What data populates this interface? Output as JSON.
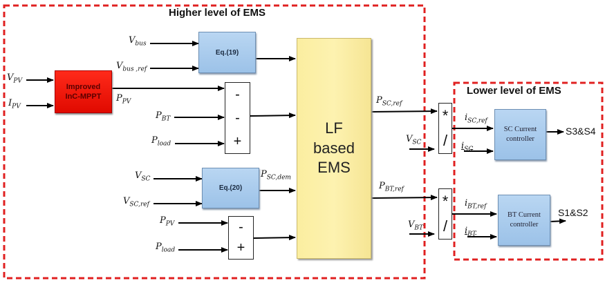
{
  "diagram": {
    "higher_level_title": "Higher level of EMS",
    "lower_level_title": "Lower level of EMS",
    "boundary_color": "#e02020",
    "blocks": {
      "mppt": "Improved InC-MPPT",
      "eq19": "Eq.(19)",
      "eq20": "Eq.(20)",
      "lf_ems": "LF based EMS",
      "sc_controller": "SC Current controller",
      "bt_controller": "BT Current controller"
    },
    "colors": {
      "mppt_fill": "#f01208",
      "eq_fill": "#a9cbee",
      "lf_fill": "#fcf0a8"
    },
    "signals": {
      "v_pv": {
        "main": "V",
        "sub": "PV"
      },
      "i_pv": {
        "main": "I",
        "sub": "PV"
      },
      "v_bus": {
        "main": "V",
        "sub": "bus"
      },
      "v_bus_ref": {
        "main": "V",
        "sub": "bus ,ref"
      },
      "p_pv_1": {
        "main": "P",
        "sub": "PV"
      },
      "p_bt": {
        "main": "P",
        "sub": "BT"
      },
      "p_load_1": {
        "main": "P",
        "sub": "load"
      },
      "v_sc": {
        "main": "V",
        "sub": "SC"
      },
      "v_sc_ref": {
        "main": "V",
        "sub": "SC,ref"
      },
      "p_sc_dem": {
        "main": "P",
        "sub": "SC,dem"
      },
      "p_pv_2": {
        "main": "P",
        "sub": "PV"
      },
      "p_load_2": {
        "main": "P",
        "sub": "load"
      },
      "p_sc_ref": {
        "main": "P",
        "sub": "SC,ref"
      },
      "p_bt_ref": {
        "main": "P",
        "sub": "BT,ref"
      },
      "v_sc_2": {
        "main": "V",
        "sub": "SC"
      },
      "v_bt": {
        "main": "V",
        "sub": "BT"
      },
      "i_sc_ref": {
        "main": "i",
        "sub": "SC,ref"
      },
      "i_sc": {
        "main": "i",
        "sub": "SC"
      },
      "i_bt_ref": {
        "main": "i",
        "sub": "BT,ref"
      },
      "i_bt": {
        "main": "i",
        "sub": "BT"
      }
    },
    "sum1_signs": [
      "-",
      "-",
      "+"
    ],
    "sum2_signs": [
      "-",
      "+"
    ],
    "divider1_ops": [
      "*",
      "/"
    ],
    "divider2_ops": [
      "*",
      "/"
    ],
    "outputs": {
      "sc_switches": "S3&S4",
      "bt_switches": "S1&S2"
    }
  }
}
